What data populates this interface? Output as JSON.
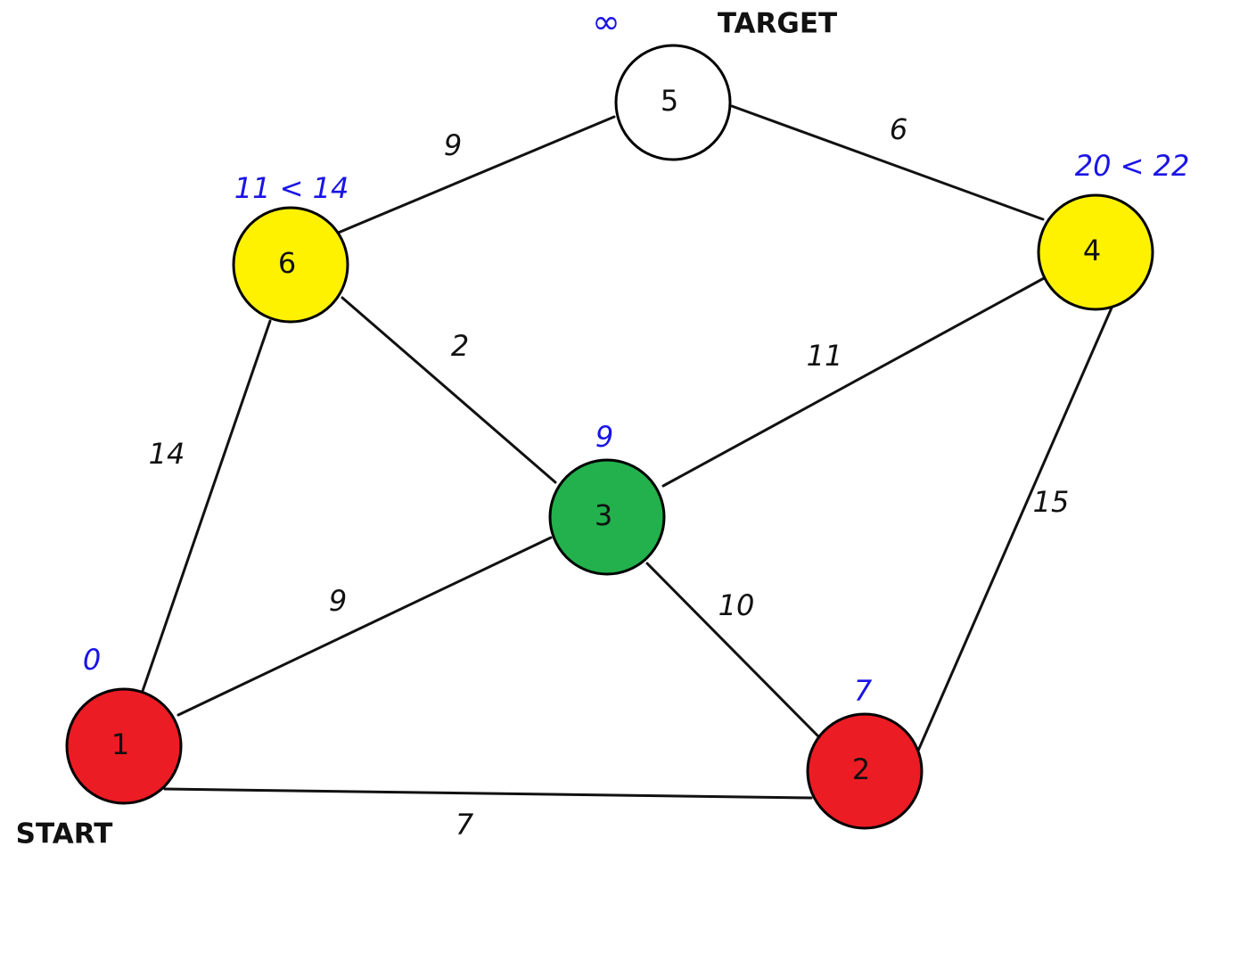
{
  "graph": {
    "labels": {
      "start": "START",
      "target": "TARGET"
    },
    "colors": {
      "distance_text": "#1a14e6",
      "visited": "#ec1c24",
      "current": "#22b14c",
      "frontier": "#fff200",
      "unvisited": "#ffffff"
    },
    "nodes": [
      {
        "id": "1",
        "state": "visited",
        "distance": "0"
      },
      {
        "id": "2",
        "state": "visited",
        "distance": "7"
      },
      {
        "id": "3",
        "state": "current",
        "distance": "9"
      },
      {
        "id": "4",
        "state": "frontier",
        "distance": "20 < 22"
      },
      {
        "id": "5",
        "state": "unvisited",
        "distance": "∞"
      },
      {
        "id": "6",
        "state": "frontier",
        "distance": "11 < 14"
      }
    ],
    "edges": [
      {
        "from": "1",
        "to": "2",
        "weight": "7"
      },
      {
        "from": "1",
        "to": "3",
        "weight": "9"
      },
      {
        "from": "1",
        "to": "6",
        "weight": "14"
      },
      {
        "from": "2",
        "to": "3",
        "weight": "10"
      },
      {
        "from": "2",
        "to": "4",
        "weight": "15"
      },
      {
        "from": "3",
        "to": "4",
        "weight": "11"
      },
      {
        "from": "3",
        "to": "6",
        "weight": "2"
      },
      {
        "from": "4",
        "to": "5",
        "weight": "6"
      },
      {
        "from": "5",
        "to": "6",
        "weight": "9"
      }
    ]
  }
}
